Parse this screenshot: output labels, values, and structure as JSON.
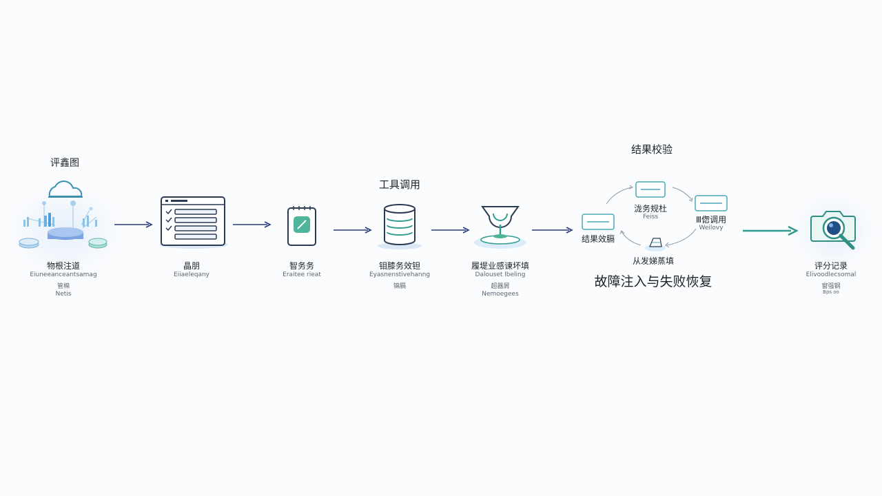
{
  "stages": [
    {
      "title": "评鑫图",
      "label": "物根注道",
      "sub1": "Eiuneeanceantsamag",
      "sub2": "管棉",
      "sub3": "Netis"
    },
    {
      "label": "晶朋",
      "sub1": "Eiiaeleqany"
    },
    {
      "label": "智务务",
      "sub1": "Eraitee rieat"
    },
    {
      "title": "工具调用",
      "label": "钼膝务效钽",
      "sub1": "Eyasnenstivehanng",
      "sub2": "锦膈"
    },
    {
      "label": "履堤业感谏坏填",
      "sub1": "Dalouset lbeling",
      "sub2": "超器屑",
      "sub3": "Nemoegees"
    }
  ],
  "cycle": {
    "title": "结果校验",
    "node_left": {
      "label": "结果效膈"
    },
    "node_top": {
      "label": "泷务规杜",
      "sub": "Feiss"
    },
    "node_right": {
      "label": "Ⅲ偬调用",
      "sub": "Weilovy"
    },
    "node_bottom": {
      "label": "从发娣蒸填"
    },
    "caption": "故障注入与失败恢复"
  },
  "final": {
    "label": "评分记录",
    "sub1": "Elivoodlecsomal",
    "sub2": "窗强钢",
    "sub3": "Bps oo"
  },
  "colors": {
    "arrow": "#243a7a",
    "teal": "#2e9c8e",
    "ink": "#2a3a52",
    "accent": "#4aa6b8"
  }
}
